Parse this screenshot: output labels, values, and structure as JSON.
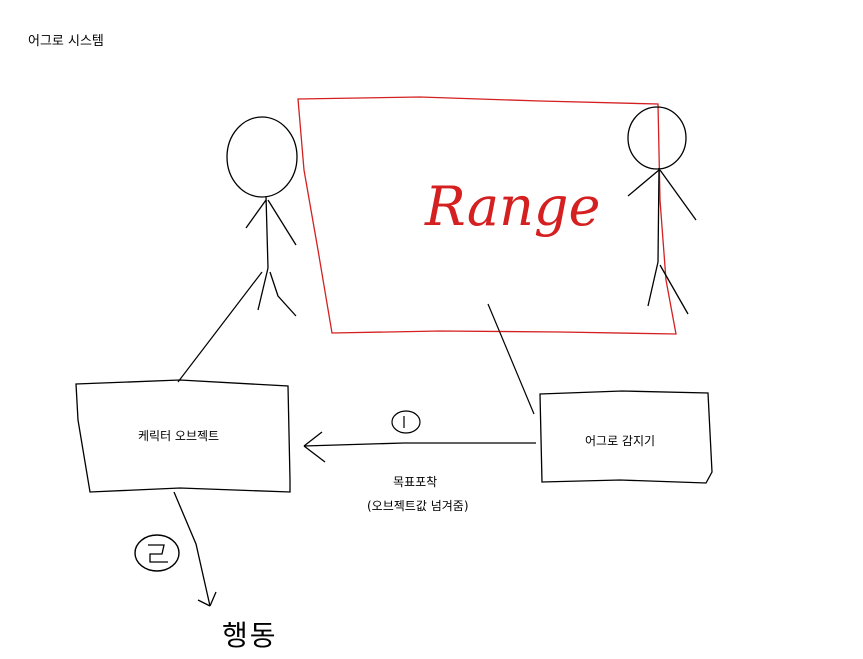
{
  "title": "어그로 시스템",
  "range_label": "Range",
  "character_box_label": "케릭터 오브젝트",
  "aggro_detector_label": "어그로 감지기",
  "step1_marker": "①",
  "step2_marker": "②",
  "arrow1_label_line1": "목표포착",
  "arrow1_label_line2": "(오브젝트값 넘겨줌)",
  "action_label": "행동",
  "colors": {
    "ink": "#000000",
    "range": "#d42020",
    "background": "#ffffff"
  }
}
